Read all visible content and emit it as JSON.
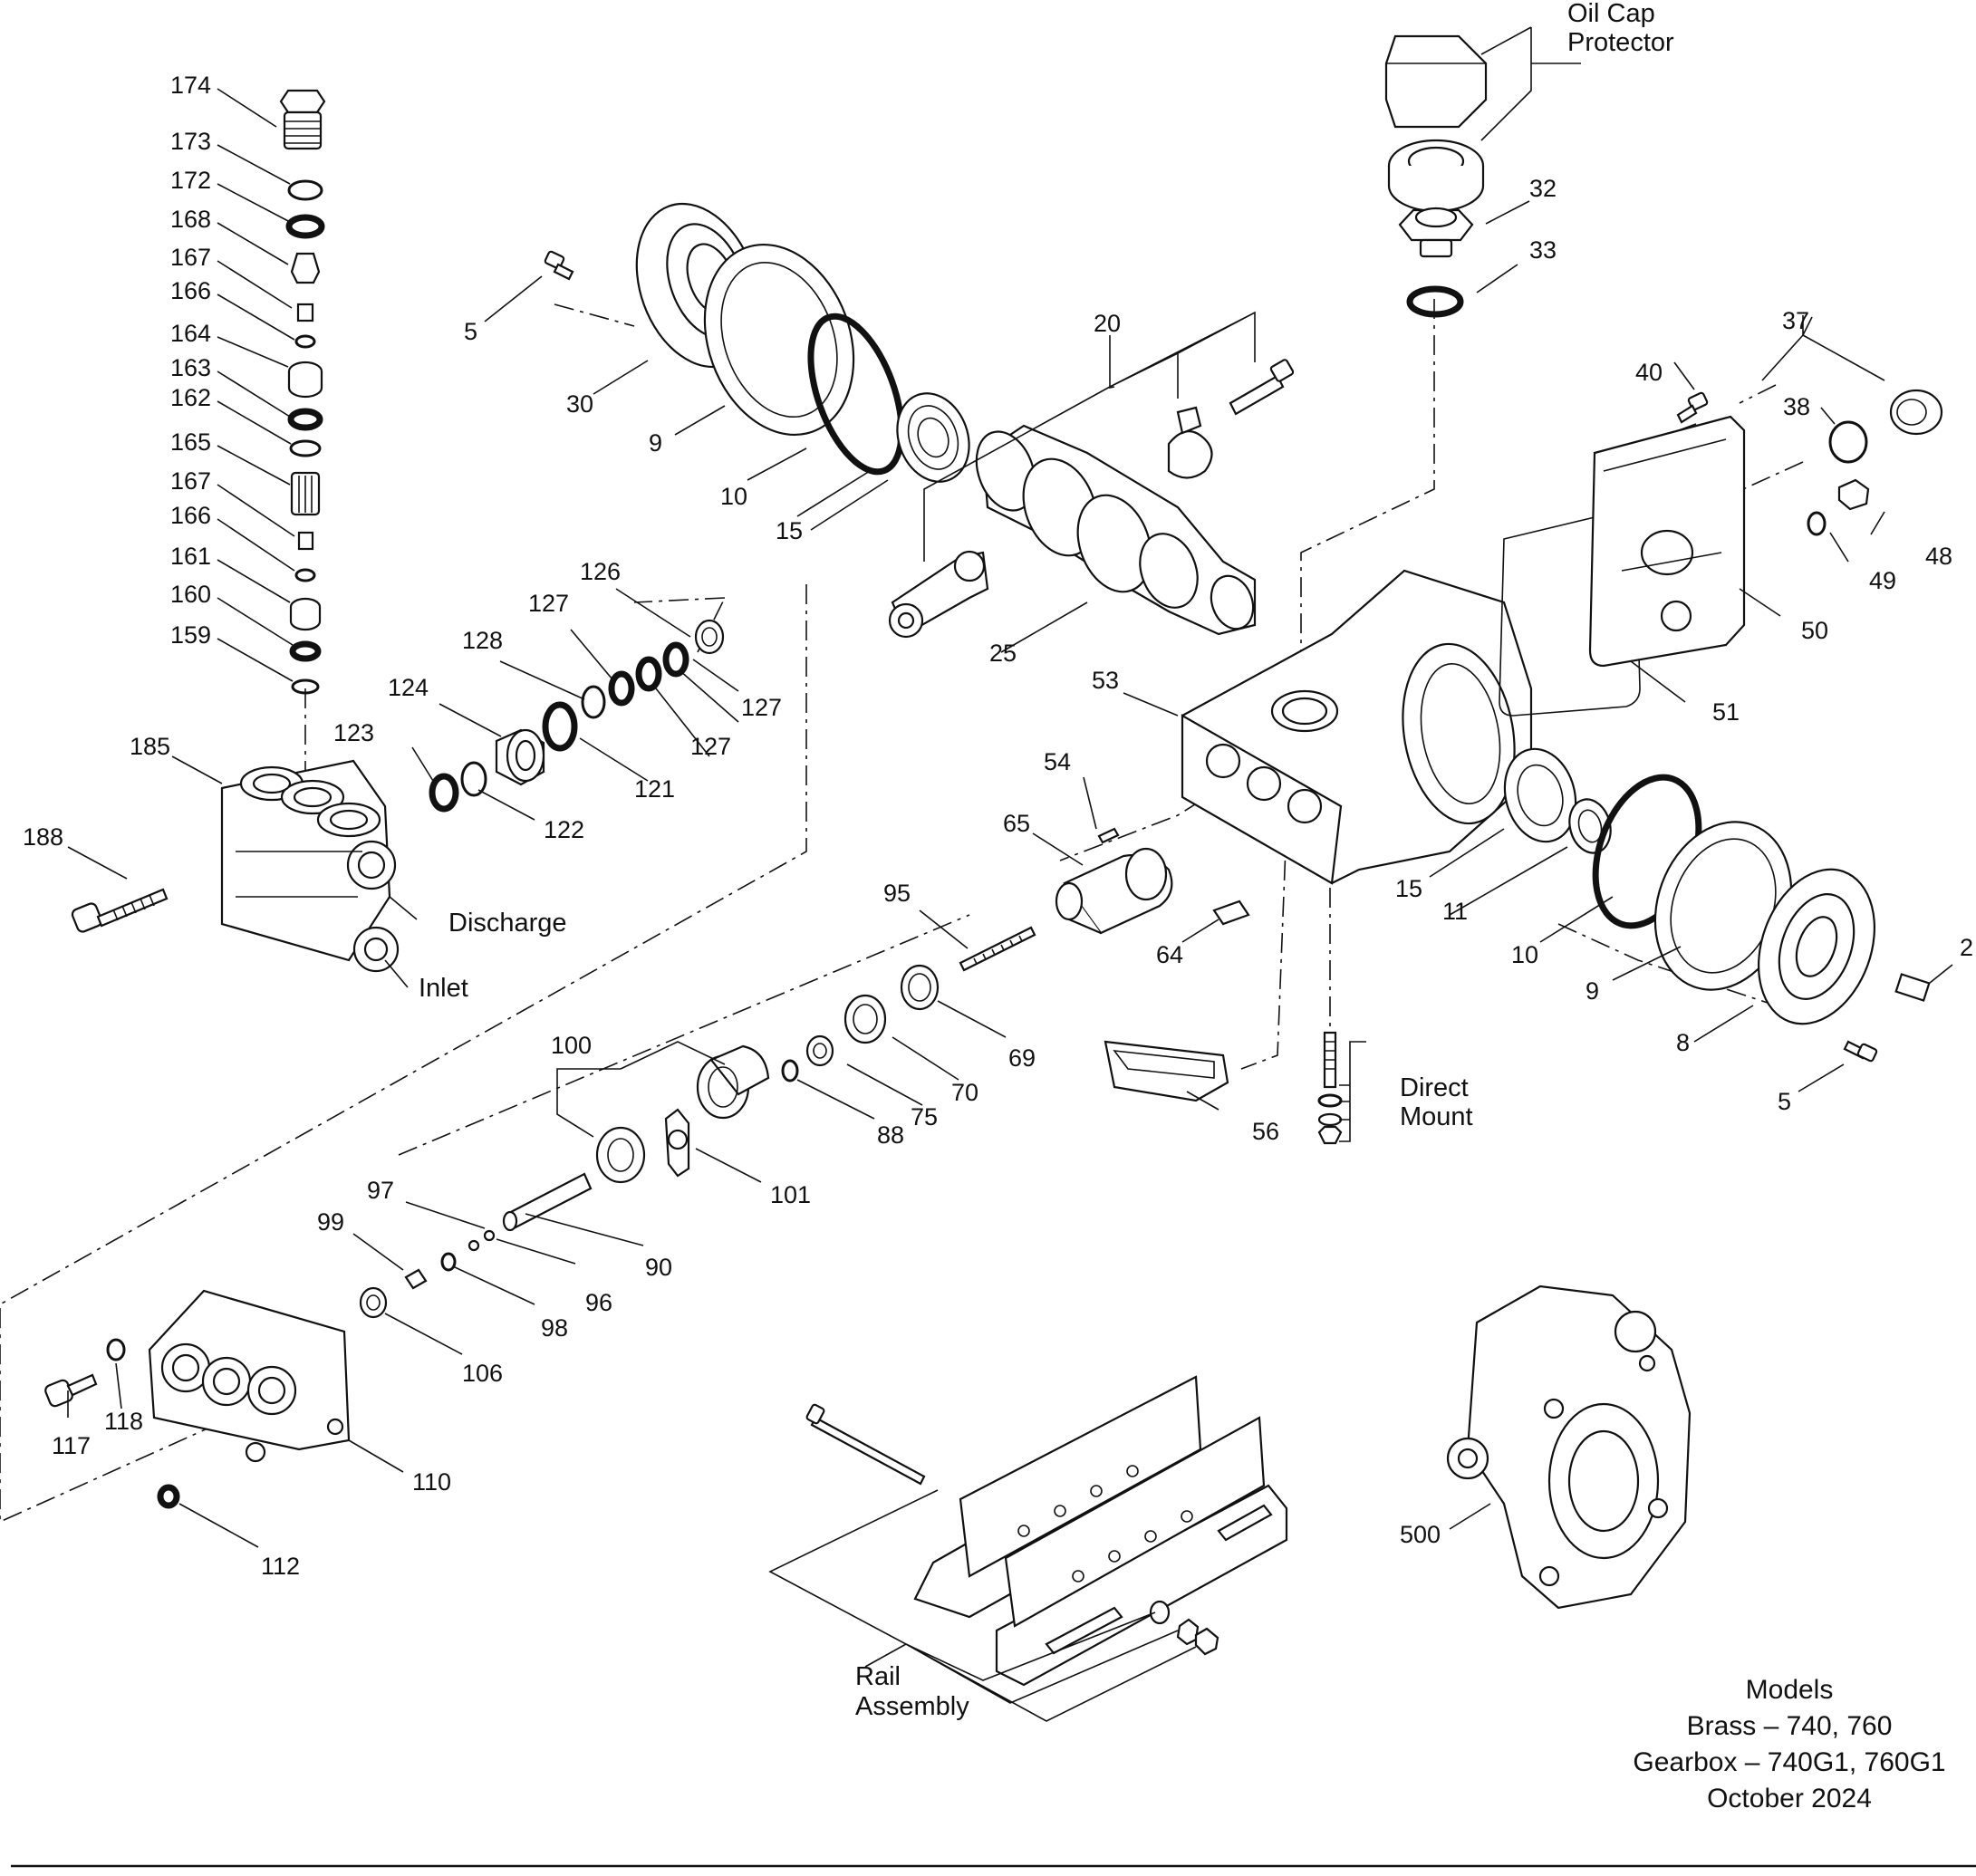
{
  "callouts": [
    {
      "id": "174",
      "text": "174"
    },
    {
      "id": "173",
      "text": "173"
    },
    {
      "id": "172",
      "text": "172"
    },
    {
      "id": "168",
      "text": "168"
    },
    {
      "id": "167a",
      "text": "167"
    },
    {
      "id": "166a",
      "text": "166"
    },
    {
      "id": "164",
      "text": "164"
    },
    {
      "id": "163",
      "text": "163"
    },
    {
      "id": "162",
      "text": "162"
    },
    {
      "id": "165",
      "text": "165"
    },
    {
      "id": "167b",
      "text": "167"
    },
    {
      "id": "166b",
      "text": "166"
    },
    {
      "id": "161",
      "text": "161"
    },
    {
      "id": "160",
      "text": "160"
    },
    {
      "id": "159",
      "text": "159"
    },
    {
      "id": "185",
      "text": "185"
    },
    {
      "id": "188",
      "text": "188"
    },
    {
      "id": "5a",
      "text": "5"
    },
    {
      "id": "30",
      "text": "30"
    },
    {
      "id": "9a",
      "text": "9"
    },
    {
      "id": "10a",
      "text": "10"
    },
    {
      "id": "15a",
      "text": "15"
    },
    {
      "id": "20",
      "text": "20"
    },
    {
      "id": "25",
      "text": "25"
    },
    {
      "id": "126",
      "text": "126"
    },
    {
      "id": "127a",
      "text": "127"
    },
    {
      "id": "128",
      "text": "128"
    },
    {
      "id": "124",
      "text": "124"
    },
    {
      "id": "123",
      "text": "123"
    },
    {
      "id": "127b",
      "text": "127"
    },
    {
      "id": "127c",
      "text": "127"
    },
    {
      "id": "121",
      "text": "121"
    },
    {
      "id": "122",
      "text": "122"
    },
    {
      "id": "32",
      "text": "32"
    },
    {
      "id": "33",
      "text": "33"
    },
    {
      "id": "37",
      "text": "37"
    },
    {
      "id": "40",
      "text": "40"
    },
    {
      "id": "38",
      "text": "38"
    },
    {
      "id": "48",
      "text": "48"
    },
    {
      "id": "49",
      "text": "49"
    },
    {
      "id": "50",
      "text": "50"
    },
    {
      "id": "51",
      "text": "51"
    },
    {
      "id": "53",
      "text": "53"
    },
    {
      "id": "54",
      "text": "54"
    },
    {
      "id": "65",
      "text": "65"
    },
    {
      "id": "64",
      "text": "64"
    },
    {
      "id": "15b",
      "text": "15"
    },
    {
      "id": "11",
      "text": "11"
    },
    {
      "id": "10b",
      "text": "10"
    },
    {
      "id": "9b",
      "text": "9"
    },
    {
      "id": "8",
      "text": "8"
    },
    {
      "id": "2",
      "text": "2"
    },
    {
      "id": "5b",
      "text": "5"
    },
    {
      "id": "95",
      "text": "95"
    },
    {
      "id": "69",
      "text": "69"
    },
    {
      "id": "70",
      "text": "70"
    },
    {
      "id": "75",
      "text": "75"
    },
    {
      "id": "88",
      "text": "88"
    },
    {
      "id": "100",
      "text": "100"
    },
    {
      "id": "101",
      "text": "101"
    },
    {
      "id": "56",
      "text": "56"
    },
    {
      "id": "97",
      "text": "97"
    },
    {
      "id": "99",
      "text": "99"
    },
    {
      "id": "96",
      "text": "96"
    },
    {
      "id": "90",
      "text": "90"
    },
    {
      "id": "98",
      "text": "98"
    },
    {
      "id": "106",
      "text": "106"
    },
    {
      "id": "117",
      "text": "117"
    },
    {
      "id": "118",
      "text": "118"
    },
    {
      "id": "110",
      "text": "110"
    },
    {
      "id": "112",
      "text": "112"
    },
    {
      "id": "500",
      "text": "500"
    }
  ],
  "group_labels": {
    "oil_cap_line1": "Oil Cap",
    "oil_cap_line2": "Protector",
    "discharge": "Discharge",
    "inlet": "Inlet",
    "direct_line1": "Direct",
    "direct_line2": "Mount",
    "rail_line1": "Rail",
    "rail_line2": "Assembly"
  },
  "models": {
    "heading": "Models",
    "brass": "Brass – 740, 760",
    "gearbox": "Gearbox – 740G1, 760G1",
    "date": "October 2024"
  }
}
